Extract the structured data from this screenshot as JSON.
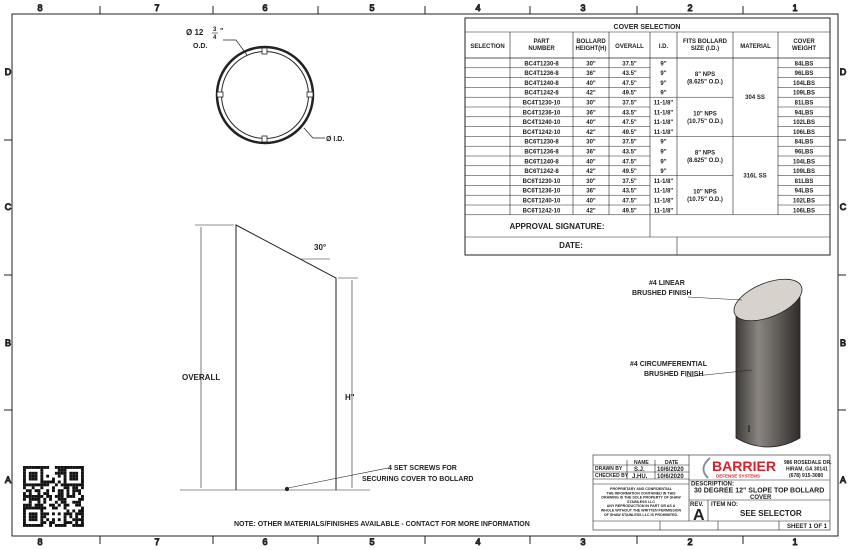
{
  "zones": {
    "columns": [
      "8",
      "7",
      "6",
      "5",
      "4",
      "3",
      "2",
      "1"
    ],
    "rows": [
      "D",
      "C",
      "B",
      "A"
    ]
  },
  "top_view": {
    "od_label": "Ø 12",
    "od_num": "3",
    "od_den": "4",
    "od_unit": "\"",
    "od_suffix": "O.D.",
    "id_label": "Ø I.D."
  },
  "side_view": {
    "angle": "30°",
    "overall": "OVERALL",
    "h": "H\"",
    "screws_line1": "4 SET SCREWS FOR",
    "screws_line2": "SECURING COVER TO BOLLARD"
  },
  "iso_view": {
    "top_finish_1": "#4 LINEAR",
    "top_finish_2": "BRUSHED FINISH",
    "body_finish_1": "#4 CIRCUMFERENTIAL",
    "body_finish_2": "BRUSHED FINISH"
  },
  "note": "NOTE: OTHER MATERIALS/FINISHES AVAILABLE - CONTACT FOR MORE INFORMATION",
  "table": {
    "title": "COVER SELECTION",
    "headers": [
      "SELECTION",
      "PART|NUMBER",
      "BOLLARD|HEIGHT(H)",
      "OVERALL",
      "I.D.",
      "FITS BOLLARD|SIZE (I.D.)",
      "MATERIAL",
      "COVER|WEIGHT"
    ],
    "rows": [
      [
        "",
        "BC4T1230-8",
        "30\"",
        "37.5\"",
        "9\"",
        "84LBS"
      ],
      [
        "",
        "BC4T1236-8",
        "36\"",
        "43.5\"",
        "9\"",
        "96LBS"
      ],
      [
        "",
        "BC4T1240-8",
        "40\"",
        "47.5\"",
        "9\"",
        "104LBS"
      ],
      [
        "",
        "BC4T1242-8",
        "42\"",
        "49.5\"",
        "9\"",
        "109LBS"
      ],
      [
        "",
        "BC4T1230-10",
        "30\"",
        "37.5\"",
        "11-1/8\"",
        "81LBS"
      ],
      [
        "",
        "BC4T1236-10",
        "36\"",
        "43.5\"",
        "11-1/8\"",
        "94LBS"
      ],
      [
        "",
        "BC4T1240-10",
        "40\"",
        "47.5\"",
        "11-1/8\"",
        "102LBS"
      ],
      [
        "",
        "BC4T1242-10",
        "42\"",
        "49.5\"",
        "11-1/8\"",
        "106LBS"
      ],
      [
        "",
        "BC6T1230-8",
        "30\"",
        "37.5\"",
        "9\"",
        "84LBS"
      ],
      [
        "",
        "BC6T1236-8",
        "36\"",
        "43.5\"",
        "9\"",
        "96LBS"
      ],
      [
        "",
        "BC6T1240-8",
        "40\"",
        "47.5\"",
        "9\"",
        "104LBS"
      ],
      [
        "",
        "BC6T1242-8",
        "42\"",
        "49.5\"",
        "9\"",
        "109LBS"
      ],
      [
        "",
        "BC6T1230-10",
        "30\"",
        "37.5\"",
        "11-1/8\"",
        "81LBS"
      ],
      [
        "",
        "BC6T1236-10",
        "36\"",
        "43.5\"",
        "11-1/8\"",
        "94LBS"
      ],
      [
        "",
        "BC6T1240-10",
        "40\"",
        "47.5\"",
        "11-1/8\"",
        "102LBS"
      ],
      [
        "",
        "BC6T1242-10",
        "42\"",
        "49.5\"",
        "11-1/8\"",
        "106LBS"
      ]
    ],
    "fits": [
      [
        "8\" NPS",
        "(8.625\" O.D.)"
      ],
      [
        "10\" NPS",
        "(10.75\" O.D.)"
      ],
      [
        "8\" NPS",
        "(8.625\" O.D.)"
      ],
      [
        "10\" NPS",
        "(10.75\" O.D.)"
      ]
    ],
    "materials": [
      "304 SS",
      "316L SS"
    ],
    "approval": "APPROVAL SIGNATURE:",
    "date": "DATE:"
  },
  "title_block": {
    "name_hdr": "NAME",
    "date_hdr": "DATE",
    "drawn_by": "DRAWN BY",
    "drawn_name": "S.J.",
    "drawn_date": "10/6/2020",
    "checked_by": "CHECKED BY",
    "checked_name": "J.HU.",
    "checked_date": "10/6/2020",
    "company": "BARRIER",
    "company_sub": "DEFENSE SYSTEMS",
    "addr1": "986 ROSEDALE DR.",
    "addr2": "HIRAM, GA 30141",
    "addr3": "(678) 915-3080",
    "description_label": "DESCRIPTION:",
    "description_1": "30 DEGREE 12\" SLOPE TOP BOLLARD",
    "description_2": "COVER",
    "rev_label": "REV.",
    "rev": "A",
    "item_label": "ITEM NO:",
    "item": "SEE SELECTOR",
    "sheet": "SHEET 1 OF 1",
    "proprietary": [
      "PROPRIETARY AND CONFIDENTIAL",
      "THE INFORMATION CONTAINED IN THIS",
      "DRAWING IS THE SOLE PROPERTY OF SHAW",
      "STAINLESS LLC",
      "ANY REPRODUCTION IN PART OR AS A",
      "WHOLE WITHOUT THE WRITTEN PERMISSION",
      "OF SHAW STAINLESS LLC IS PROHIBITED."
    ]
  },
  "colors": {
    "line": "#222222",
    "brand_red": "#d6202a",
    "cylinder": "#6e6a66",
    "top_face": "#d8d2cc"
  }
}
